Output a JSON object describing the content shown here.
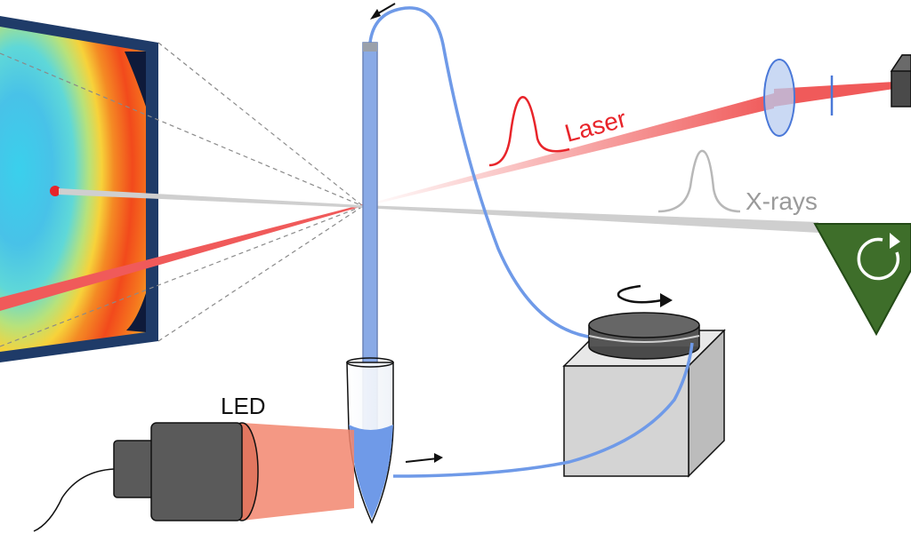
{
  "labels": {
    "laser": "Laser",
    "xrays": "X-rays",
    "led": "LED"
  },
  "colors": {
    "laser": "#e8242a",
    "laser_beam": "#f05a5a",
    "xray_beam": "#c8c8c8",
    "xray_label": "#9a9a9a",
    "tubing": "#6f9ae8",
    "liquid": "#6f9ae8",
    "detector_frame": "#1f3b68",
    "detector_ring": "#f2461e",
    "detector_center": "#33c8e8",
    "led_light": "#f2866e",
    "led_body": "#5a5a5a",
    "pump_box": "#d4d4d4",
    "pump_disk": "#555555",
    "shutter_green": "#3e6e2a",
    "lens": "#b8ccf0"
  },
  "icons": [
    "detector-image",
    "capillary-nozzle",
    "sample-tube",
    "led-source",
    "peristaltic-pump",
    "rotation-arrow-icon",
    "focusing-lens",
    "laser-source",
    "xray-source",
    "refresh-icon",
    "flow-arrow-icon",
    "laser-pulse",
    "xray-pulse"
  ]
}
